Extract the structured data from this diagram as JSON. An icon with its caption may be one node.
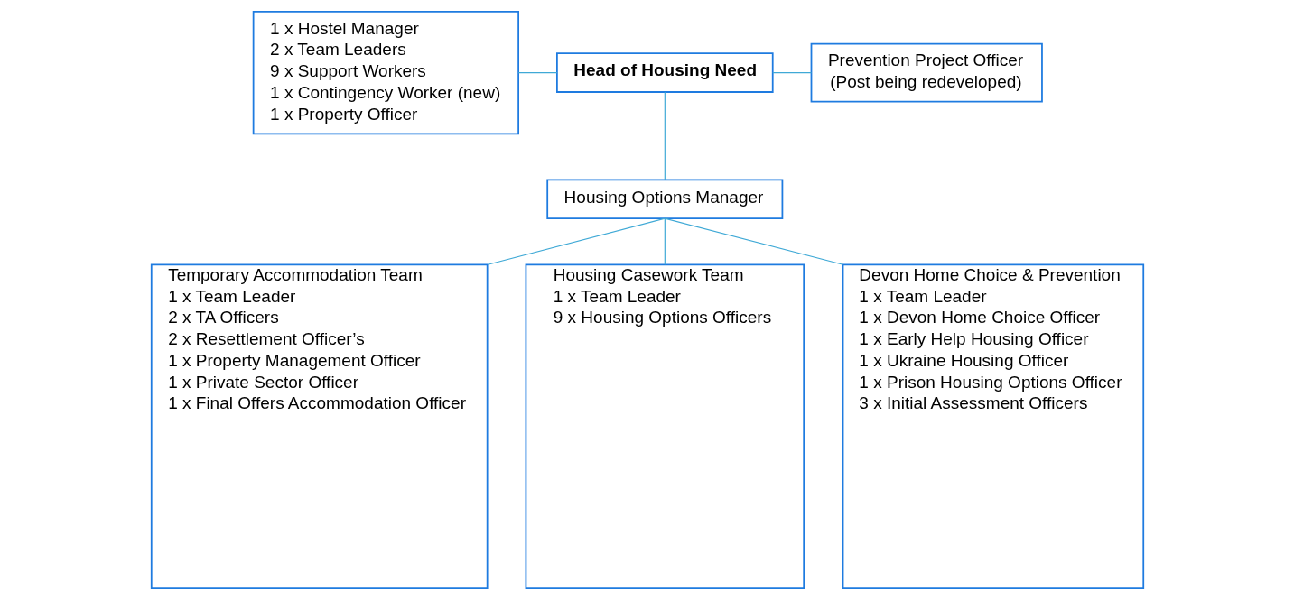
{
  "diagram": {
    "nodes": [
      {
        "text": [
          "Head of Housing Need"
        ]
      },
      {
        "text": [
          "1 x Hostel Manager",
          "2 x Team Leaders",
          "9 x Support Workers",
          "1 x Contingency Worker (new)",
          "1 x Property Officer"
        ]
      },
      {
        "text": [
          "Prevention Project Officer",
          "(Post being redeveloped)"
        ]
      },
      {
        "text": [
          "Housing Options Manager"
        ]
      },
      {
        "text": [
          "Temporary Accommodation Team",
          "1 x Team Leader",
          "2 x TA Officers",
          "2 x Resettlement Officer’s",
          "1 x Property Management Officer",
          "1 x Private Sector Officer",
          "1 x Final Offers Accommodation Officer"
        ]
      },
      {
        "text": [
          "Housing Casework Team",
          "1 x Team Leader",
          "9 x Housing Options Officers"
        ]
      },
      {
        "text": [
          "Devon Home Choice & Prevention",
          "1 x Team Leader",
          "1 x Devon Home Choice Officer",
          "1 x Early Help Housing Officer",
          "1 x Ukraine Housing Officer",
          "1 x Prison Housing Options Officer",
          "3 x Initial Assessment Officers"
        ]
      }
    ],
    "edges": [
      {
        "from": 0,
        "to": 1,
        "arrow": "none"
      },
      {
        "from": 0,
        "to": 2,
        "arrow": "none"
      },
      {
        "from": 0,
        "to": 3,
        "arrow": "none"
      },
      {
        "from": 3,
        "to": 4,
        "arrow": "none"
      },
      {
        "from": 3,
        "to": 5,
        "arrow": "none"
      },
      {
        "from": 3,
        "to": 6,
        "arrow": "none"
      }
    ]
  }
}
